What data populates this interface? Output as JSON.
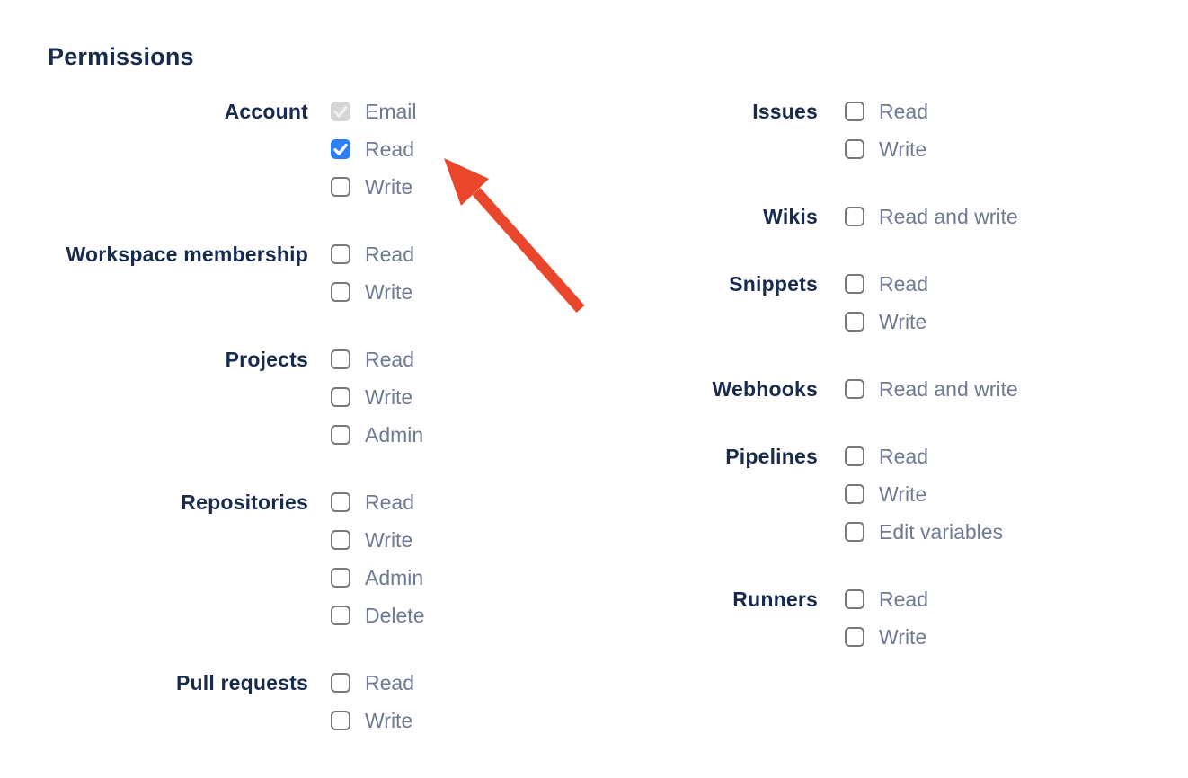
{
  "heading": "Permissions",
  "colors": {
    "heading_text": "#172b4d",
    "group_label_text": "#172b4d",
    "option_label_text": "#6e7a93",
    "checkbox_checked_bg": "#2d7ff9",
    "checkbox_check": "#ffffff",
    "checkbox_disabled_bg": "#d5d6d8",
    "checkbox_disabled_check": "#efefef",
    "checkbox_border": "#76787a",
    "arrow": "#e9462b"
  },
  "columns": [
    {
      "groups": [
        {
          "label": "Account",
          "options": [
            {
              "label": "Email",
              "checked": true,
              "disabled": true
            },
            {
              "label": "Read",
              "checked": true,
              "disabled": false
            },
            {
              "label": "Write",
              "checked": false,
              "disabled": false
            }
          ]
        },
        {
          "label": "Workspace membership",
          "options": [
            {
              "label": "Read",
              "checked": false,
              "disabled": false
            },
            {
              "label": "Write",
              "checked": false,
              "disabled": false
            }
          ]
        },
        {
          "label": "Projects",
          "options": [
            {
              "label": "Read",
              "checked": false,
              "disabled": false
            },
            {
              "label": "Write",
              "checked": false,
              "disabled": false
            },
            {
              "label": "Admin",
              "checked": false,
              "disabled": false
            }
          ]
        },
        {
          "label": "Repositories",
          "options": [
            {
              "label": "Read",
              "checked": false,
              "disabled": false
            },
            {
              "label": "Write",
              "checked": false,
              "disabled": false
            },
            {
              "label": "Admin",
              "checked": false,
              "disabled": false
            },
            {
              "label": "Delete",
              "checked": false,
              "disabled": false
            }
          ]
        },
        {
          "label": "Pull requests",
          "options": [
            {
              "label": "Read",
              "checked": false,
              "disabled": false
            },
            {
              "label": "Write",
              "checked": false,
              "disabled": false
            }
          ]
        }
      ]
    },
    {
      "groups": [
        {
          "label": "Issues",
          "options": [
            {
              "label": "Read",
              "checked": false,
              "disabled": false
            },
            {
              "label": "Write",
              "checked": false,
              "disabled": false
            }
          ]
        },
        {
          "label": "Wikis",
          "options": [
            {
              "label": "Read and write",
              "checked": false,
              "disabled": false
            }
          ]
        },
        {
          "label": "Snippets",
          "options": [
            {
              "label": "Read",
              "checked": false,
              "disabled": false
            },
            {
              "label": "Write",
              "checked": false,
              "disabled": false
            }
          ]
        },
        {
          "label": "Webhooks",
          "options": [
            {
              "label": "Read and write",
              "checked": false,
              "disabled": false
            }
          ]
        },
        {
          "label": "Pipelines",
          "options": [
            {
              "label": "Read",
              "checked": false,
              "disabled": false
            },
            {
              "label": "Write",
              "checked": false,
              "disabled": false
            },
            {
              "label": "Edit variables",
              "checked": false,
              "disabled": false
            }
          ]
        },
        {
          "label": "Runners",
          "options": [
            {
              "label": "Read",
              "checked": false,
              "disabled": false
            },
            {
              "label": "Write",
              "checked": false,
              "disabled": false
            }
          ]
        }
      ]
    }
  ],
  "annotation": {
    "description": "Red arrow pointing at the Account Read checkbox",
    "target": "account-read"
  }
}
